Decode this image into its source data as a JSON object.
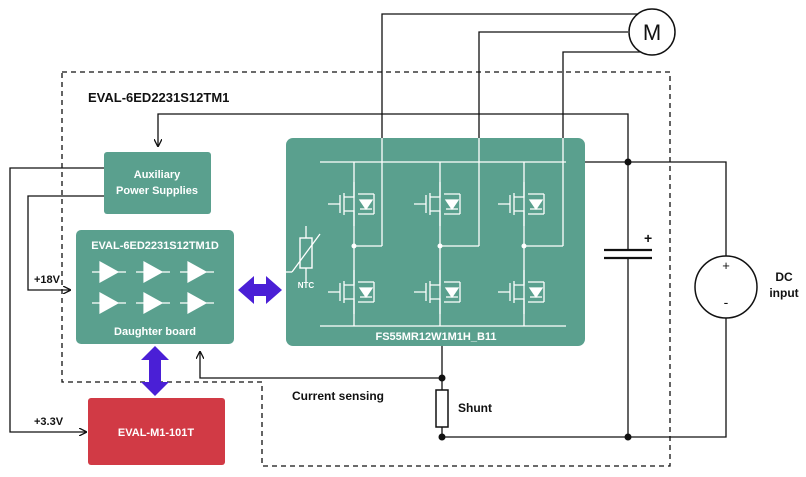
{
  "title": "EVAL-6ED2231S12TM1",
  "blocks": {
    "aux": {
      "line1": "Auxiliary",
      "line2": "Power Supplies"
    },
    "daughter": {
      "title": "EVAL-6ED2231S12TM1D",
      "caption": "Daughter board"
    },
    "power_module": {
      "label": "FS55MR12W1M1H_B11",
      "ntc": "NTC"
    },
    "controller": {
      "label": "EVAL-M1-101T"
    },
    "motor": {
      "symbol": "M"
    },
    "dc_source": {
      "label_line1": "DC",
      "label_line2": "input",
      "plus": "+",
      "minus": "-"
    },
    "capacitor": {
      "plus": "+"
    },
    "shunt": {
      "label": "Shunt"
    }
  },
  "signals": {
    "v18": "+18V",
    "v33": "+3.3V",
    "current_sensing": "Current sensing"
  },
  "colors": {
    "teal": "#5aa08e",
    "red": "#d13a45",
    "arrow": "#4a1fd6",
    "line": "#111111"
  }
}
